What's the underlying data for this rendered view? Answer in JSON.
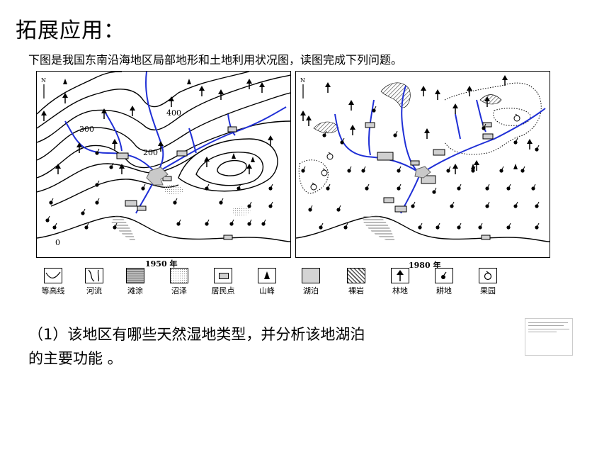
{
  "slide": {
    "title": "拓展应用：",
    "intro": "下图是我国东南沿海地区局部地形和土地利用状况图，读图完成下列问题。",
    "question_line1": "（1）该地区有哪些天然湿地类型，并分析该地湖泊",
    "question_line2": "的主要功能 。"
  },
  "maps": {
    "left": {
      "year_label": "1950 年",
      "north": "N",
      "contours": [
        "400",
        "300",
        "200",
        "0"
      ]
    },
    "right": {
      "year_label": "1980 年",
      "north": "N"
    }
  },
  "legend": {
    "items": [
      {
        "label": "等高线",
        "icon": "contour-icon"
      },
      {
        "label": "河流",
        "icon": "river-icon"
      },
      {
        "label": "滩涂",
        "icon": "mudflat-icon"
      },
      {
        "label": "沼泽",
        "icon": "marsh-icon"
      },
      {
        "label": "居民点",
        "icon": "settlement-icon"
      },
      {
        "label": "山峰",
        "icon": "peak-icon"
      },
      {
        "label": "湖泊",
        "icon": "lake-icon"
      },
      {
        "label": "裸岩",
        "icon": "bare-rock-icon"
      },
      {
        "label": "林地",
        "icon": "forest-icon"
      },
      {
        "label": "耕地",
        "icon": "farmland-icon"
      },
      {
        "label": "果园",
        "icon": "orchard-icon"
      }
    ]
  },
  "colors": {
    "river": "#1f2fd6",
    "mudflat": "#9a9a9a",
    "lake": "#d4d4d4"
  }
}
